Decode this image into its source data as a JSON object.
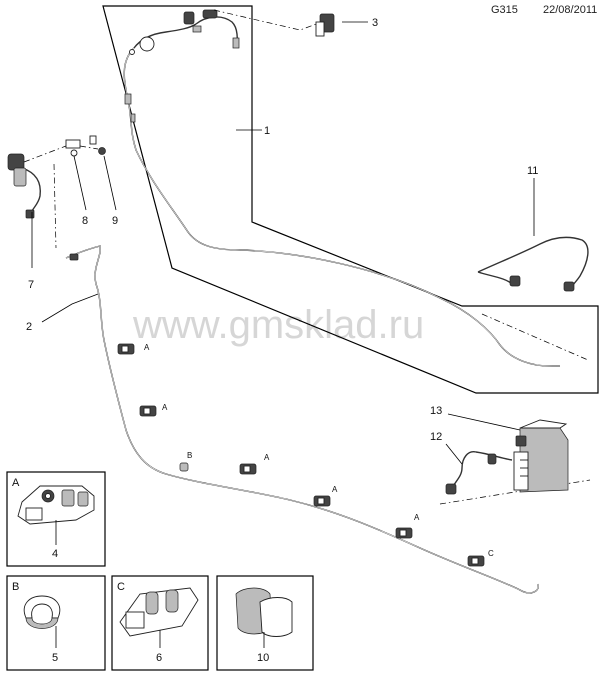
{
  "header": {
    "code": "G315",
    "date": "22/08/2011"
  },
  "watermark": "www.gmsklad.ru",
  "callouts": {
    "c1": "1",
    "c2": "2",
    "c3": "3",
    "c4": "4",
    "c5": "5",
    "c6": "6",
    "c7": "7",
    "c8": "8",
    "c9": "9",
    "c10": "10",
    "c11": "11",
    "c12": "12",
    "c13": "13"
  },
  "clip_tags": {
    "a": "A",
    "b": "B",
    "c": "C"
  },
  "detail_boxes": {
    "A": "A",
    "B": "B",
    "C": "C"
  }
}
